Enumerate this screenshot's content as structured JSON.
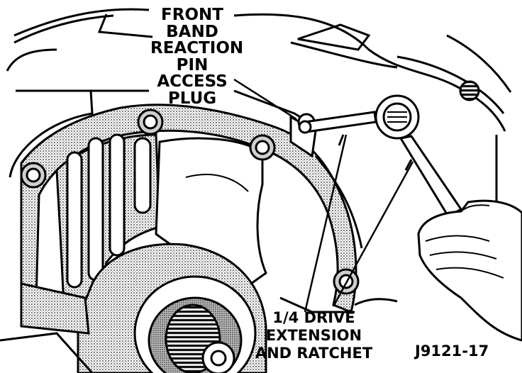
{
  "callouts": {
    "front_band_plug": {
      "lines": [
        "FRONT",
        "BAND",
        "REACTION",
        "PIN",
        "ACCESS",
        "PLUG"
      ]
    },
    "drive_extension": {
      "lines": [
        "1/4 DRIVE",
        "EXTENSION",
        "AND RATCHET"
      ]
    }
  },
  "figure_id": "J9121-17",
  "colors": {
    "ink": "#000000",
    "paper": "#ffffff",
    "shading": "#9a9a9a"
  }
}
